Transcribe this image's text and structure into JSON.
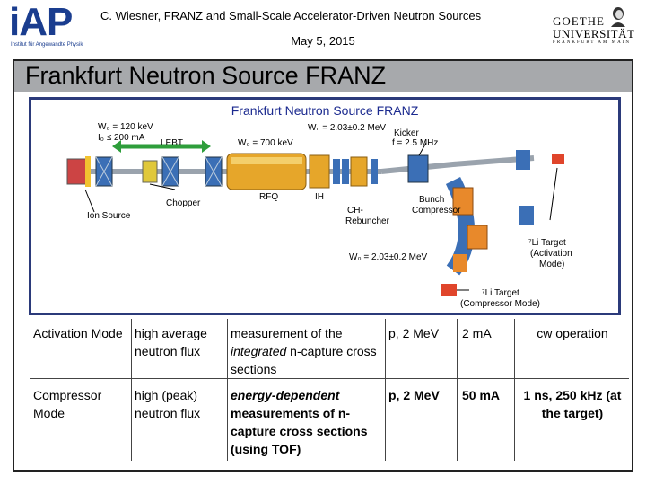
{
  "header": {
    "iap_logo_text": "iAP",
    "iap_logo_subtext": "Institut für Angewandte Physik",
    "title": "C. Wiesner,  FRANZ and Small-Scale Accelerator-Driven Neutron Sources",
    "date": "May 5, 2015",
    "goethe_logo_line1": "GOETHE",
    "goethe_logo_line2": "UNIVERSITÄT",
    "goethe_logo_line3": "FRANKFURT AM MAIN"
  },
  "slide": {
    "title": "Frankfurt Neutron Source FRANZ"
  },
  "diagram": {
    "title": "Frankfurt Neutron Source   FRANZ",
    "labels": {
      "source_params_1": "W₀ = 120 keV",
      "source_params_2": "I₀ ≤ 200 mA",
      "lebt": "LEBT",
      "wb_700": "W₀ = 700 keV",
      "wn_top": "Wₙ = 2.03±0.2 MeV",
      "kicker": "Kicker",
      "freq": "f = 2.5 MHz",
      "rfq": "RFQ",
      "ih": "IH",
      "ch_rebuncher_1": "CH-",
      "ch_rebuncher_2": "Rebuncher",
      "bunch_compressor_1": "Bunch",
      "bunch_compressor_2": "Compressor",
      "ion_source": "Ion Source",
      "chopper": "Chopper",
      "li_target_act_1": "⁷Li Target",
      "li_target_act_2": "(Activation",
      "li_target_act_3": "Mode)",
      "wb_bottom": "W₀ = 2.03±0.2 MeV",
      "li_target_comp_1": "⁷Li Target",
      "li_target_comp_2": "(Compressor Mode)"
    }
  },
  "table": {
    "rows": [
      {
        "mode": "Activation Mode",
        "purpose": "high average neutron flux",
        "measurement_prefix": "measurement of the ",
        "measurement_italic": "integrated",
        "measurement_suffix": " n-capture cross sections",
        "reaction": "p, 2 MeV",
        "current": "2 mA",
        "operation": "cw operation"
      },
      {
        "mode": "Compressor Mode",
        "purpose": "high (peak) neutron flux",
        "measurement_italic": "energy-dependent",
        "measurement_suffix": " measurements of n-capture cross sections (using TOF)",
        "reaction": "p, 2 MeV",
        "current": "50 mA",
        "operation": "1 ns, 250 kHz (at the target)"
      }
    ]
  },
  "colors": {
    "title_bar": "#a7a9ac",
    "diagram_border": "#2b3a7a",
    "diagram_title": "#1b2a8f",
    "rfq_gold": "#e6a62a",
    "magnet_blue": "#3b6fb6",
    "compressor_orange": "#e8892b",
    "target_red": "#e0452b",
    "lebt_green": "#2e9e3b"
  }
}
